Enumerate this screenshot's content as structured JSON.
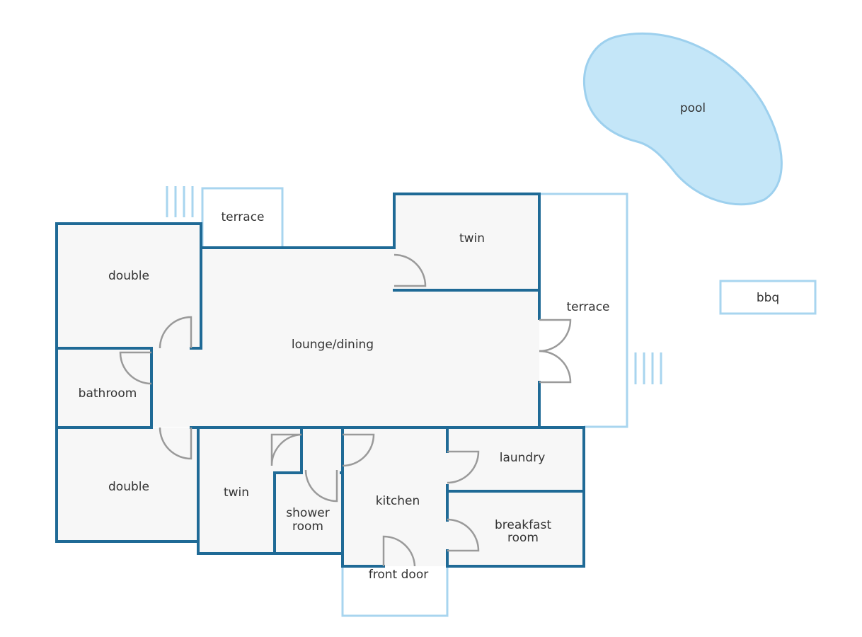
{
  "colors": {
    "wall": "#1f6a96",
    "outdoor_outline": "#a8d5ef",
    "pool_fill": "#c4e6f8",
    "room_fill": "#f7f7f7",
    "door": "#9a9a9a"
  },
  "rooms": {
    "double_top": "double",
    "bathroom": "bathroom",
    "double_bottom": "double",
    "lounge": "lounge/dining",
    "twin_top": "twin",
    "twin_bottom": "twin",
    "shower": [
      "shower",
      "room"
    ],
    "kitchen": "kitchen",
    "laundry": "laundry",
    "breakfast": [
      "breakfast",
      "room"
    ]
  },
  "outdoor": {
    "terrace_top": "terrace",
    "terrace_right": "terrace",
    "front_door": "front door",
    "pool": "pool",
    "bbq": "bbq"
  }
}
